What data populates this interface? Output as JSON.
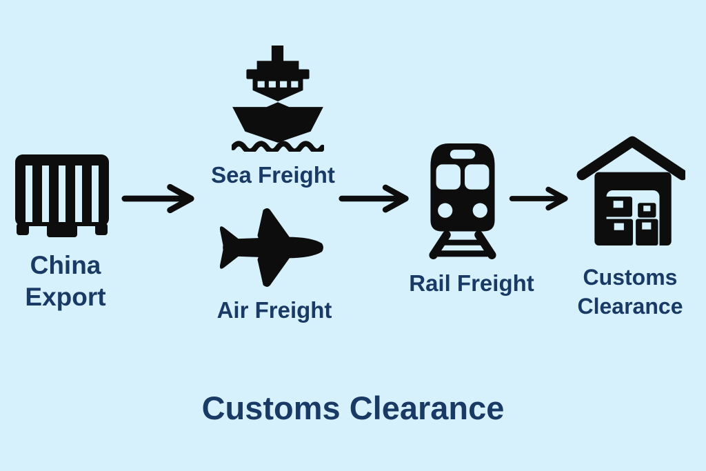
{
  "title": "Customs Clearance",
  "colors": {
    "background": "#d6f1fb",
    "text": "#1a3a66",
    "icon": "#0d0d0d"
  },
  "flow": {
    "nodes": {
      "china_export": {
        "label": "China Export",
        "icon": "container-icon"
      },
      "sea_freight": {
        "label": "Sea Freight",
        "icon": "ship-icon"
      },
      "air_freight": {
        "label": "Air Freight",
        "icon": "plane-icon"
      },
      "rail_freight": {
        "label": "Rail Freight",
        "icon": "train-icon"
      },
      "customs_clearance": {
        "label": "Customs Clearance",
        "icon": "warehouse-icon"
      }
    },
    "connectors": [
      {
        "from": "china_export",
        "to": "sea_freight/air_freight",
        "icon": "arrow-right-icon"
      },
      {
        "from": "sea_freight/air_freight",
        "to": "rail_freight",
        "icon": "arrow-right-icon"
      },
      {
        "from": "rail_freight",
        "to": "customs_clearance",
        "icon": "arrow-right-icon"
      }
    ]
  }
}
